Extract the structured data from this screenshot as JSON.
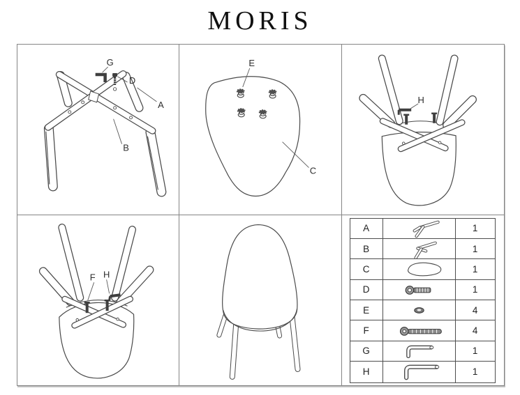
{
  "title": "MORIS",
  "colors": {
    "line": "#4a4a4a",
    "panel_border": "#858585",
    "table_border": "#4d4d4d",
    "hardware_dark": "#3f3f3f"
  },
  "panels": {
    "step1": {
      "labels": {
        "g": "G",
        "d": "D",
        "a": "A",
        "b": "B"
      }
    },
    "step2": {
      "labels": {
        "e": "E",
        "c": "C"
      }
    },
    "step3": {
      "labels": {
        "h": "H"
      }
    },
    "step4": {
      "labels": {
        "f": "F",
        "h": "H"
      }
    }
  },
  "parts_table": {
    "rows": [
      {
        "letter": "A",
        "icon": "leg-frame-a-icon",
        "qty": "1"
      },
      {
        "letter": "B",
        "icon": "leg-frame-b-icon",
        "qty": "1"
      },
      {
        "letter": "C",
        "icon": "seat-shell-icon",
        "qty": "1"
      },
      {
        "letter": "D",
        "icon": "short-bolt-icon",
        "qty": "1"
      },
      {
        "letter": "E",
        "icon": "cap-nut-icon",
        "qty": "4"
      },
      {
        "letter": "F",
        "icon": "long-screw-icon",
        "qty": "4"
      },
      {
        "letter": "G",
        "icon": "allen-key-small-icon",
        "qty": "1"
      },
      {
        "letter": "H",
        "icon": "allen-key-large-icon",
        "qty": "1"
      }
    ]
  }
}
